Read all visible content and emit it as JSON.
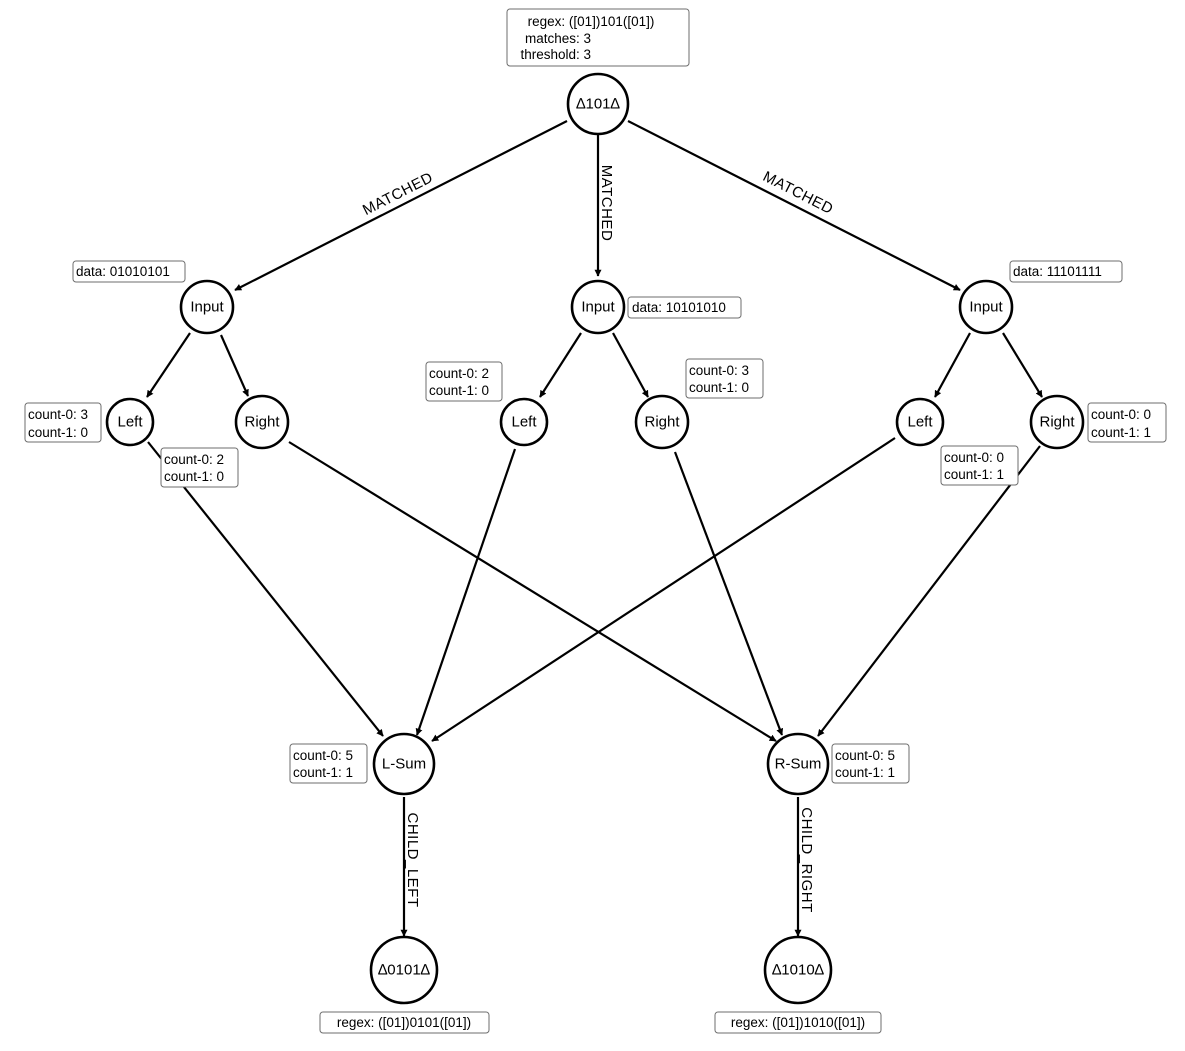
{
  "nodes": {
    "root": {
      "label": "∆101∆"
    },
    "input_a": {
      "label": "Input"
    },
    "input_b": {
      "label": "Input"
    },
    "input_c": {
      "label": "Input"
    },
    "left_a": {
      "label": "Left"
    },
    "right_a": {
      "label": "Right"
    },
    "left_b": {
      "label": "Left"
    },
    "right_b": {
      "label": "Right"
    },
    "left_c": {
      "label": "Left"
    },
    "right_c": {
      "label": "Right"
    },
    "lsum": {
      "label": "L-Sum"
    },
    "rsum": {
      "label": "R-Sum"
    },
    "child_left": {
      "label": "∆0101∆"
    },
    "child_right": {
      "label": "∆1010∆"
    }
  },
  "edge_labels": {
    "matched": "MATCHED",
    "child_left": "CHILD_LEFT",
    "child_right": "CHILD_RIGHT"
  },
  "callouts": {
    "root": [
      "regex: ([01])101([01])",
      "matches: 3",
      "threshold: 3"
    ],
    "input_a": [
      "data: 01010101"
    ],
    "input_b": [
      "data: 10101010"
    ],
    "input_c": [
      "data: 11101111"
    ],
    "left_a": [
      "count-0: 3",
      "count-1: 0"
    ],
    "right_a": [
      "count-0: 2",
      "count-1: 0"
    ],
    "left_b": [
      "count-0: 2",
      "count-1: 0"
    ],
    "right_b": [
      "count-0: 3",
      "count-1: 0"
    ],
    "left_c": [
      "count-0: 0",
      "count-1: 1"
    ],
    "right_c": [
      "count-0: 0",
      "count-1: 1"
    ],
    "lsum": [
      "count-0: 5",
      "count-1: 1"
    ],
    "rsum": [
      "count-0: 5",
      "count-1: 1"
    ],
    "child_left": [
      "regex: ([01])0101([01])"
    ],
    "child_right": [
      "regex: ([01])1010([01])"
    ]
  }
}
